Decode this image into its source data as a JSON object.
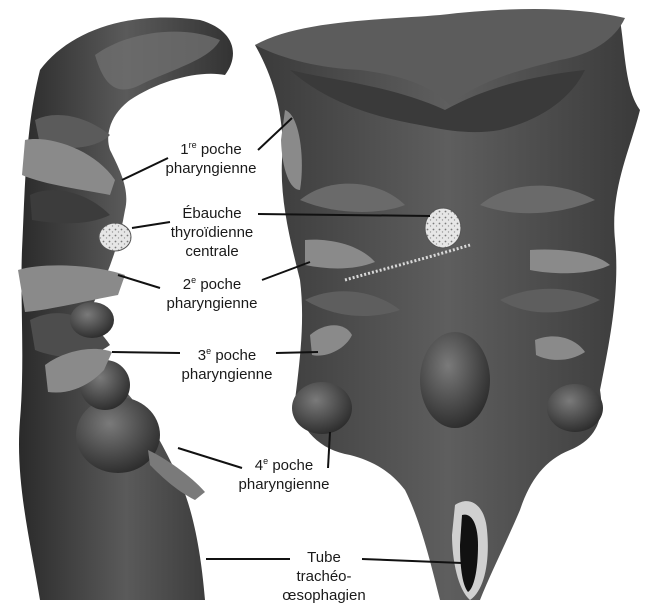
{
  "labels": {
    "p1": {
      "num": "1",
      "sup": "re",
      "word": " poche",
      "line2": "pharyngienne"
    },
    "thyroid": {
      "line1": "Ébauche",
      "line2": "thyroïdienne",
      "line3": "centrale"
    },
    "p2": {
      "num": "2",
      "sup": "e",
      "word": " poche",
      "line2": "pharyngienne"
    },
    "p3": {
      "num": "3",
      "sup": "e",
      "word": " poche",
      "line2": "pharyngienne"
    },
    "p4": {
      "num": "4",
      "sup": "e",
      "word": " poche",
      "line2": "pharyngienne"
    },
    "tube": {
      "line1": "Tube",
      "line2": "trachéo-",
      "line3": "œsophagien"
    }
  },
  "colors": {
    "tissue_dark": "#2f2f2f",
    "tissue_mid": "#4a4a4a",
    "tissue_light": "#6d6d6d",
    "pouch_fill": "#8a8a8a",
    "thyroid_fill": "#d9d9d9",
    "leader_line": "#111111"
  }
}
